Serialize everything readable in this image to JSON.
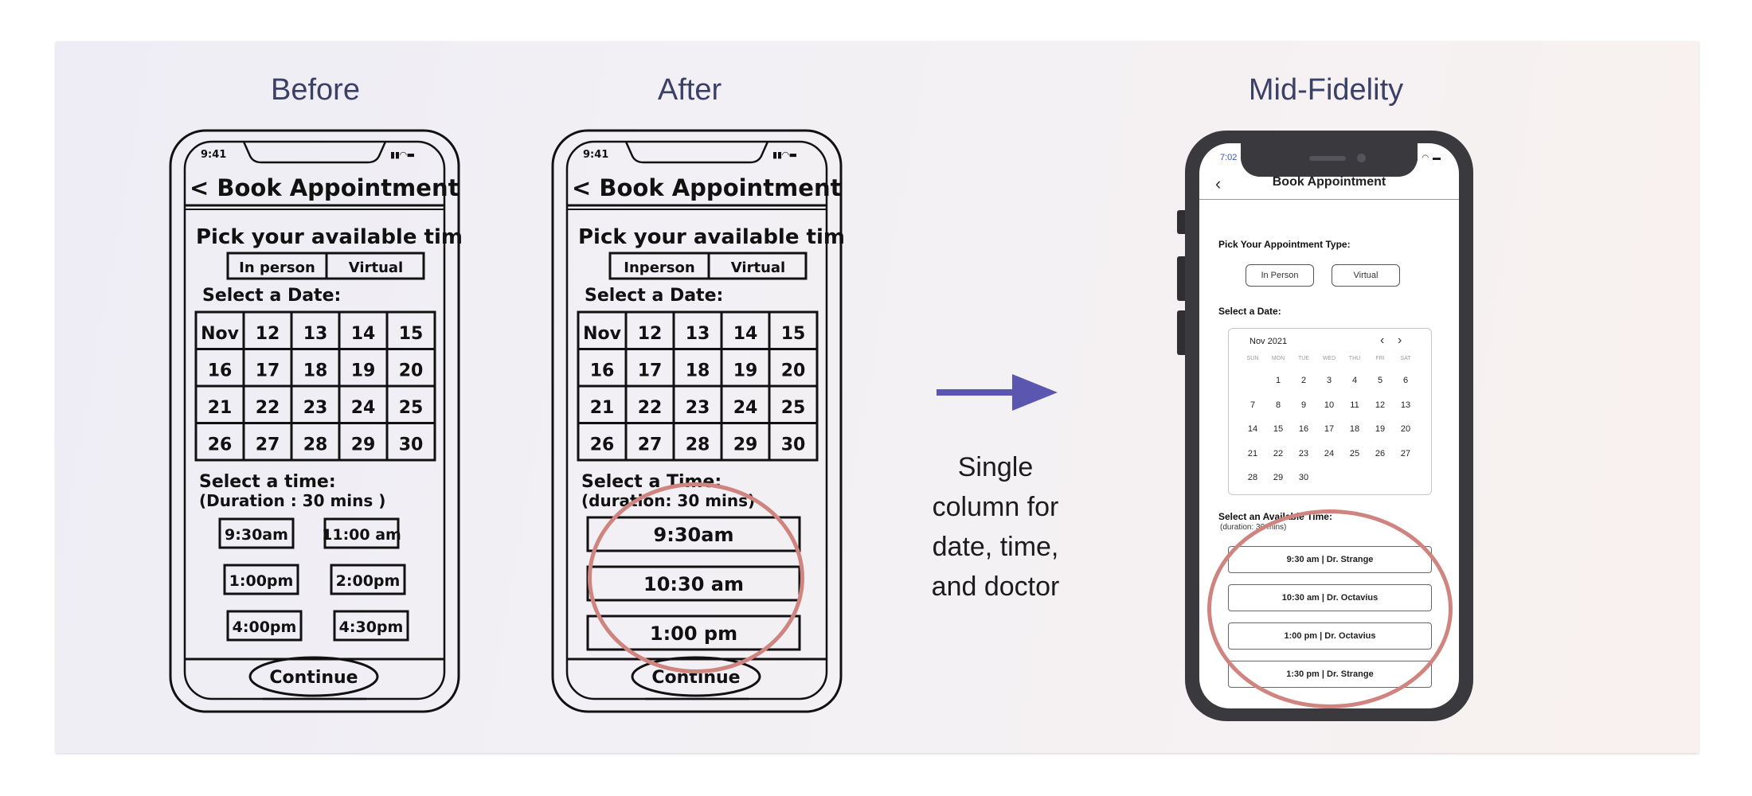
{
  "headings": {
    "before": "Before",
    "after": "After",
    "midfi": "Mid-Fidelity"
  },
  "caption": [
    "Single",
    "column for",
    "date, time,",
    "and doctor"
  ],
  "sketch_before": {
    "status_time": "9:41",
    "header": "< Book Appointment",
    "pick": "Pick your available time",
    "type_options": [
      "In person",
      "Virtual"
    ],
    "select_date": "Select a Date:",
    "calendar": [
      [
        "Nov",
        "12",
        "13",
        "14",
        "15"
      ],
      [
        "16",
        "17",
        "18",
        "19",
        "20"
      ],
      [
        "21",
        "22",
        "23",
        "24",
        "25"
      ],
      [
        "26",
        "27",
        "28",
        "29",
        "30"
      ]
    ],
    "select_time": "Select a time:",
    "duration": "(Duration : 30 mins )",
    "times": [
      "9:30am",
      "11:00 am",
      "1:00pm",
      "2:00pm",
      "4:00pm",
      "4:30pm"
    ],
    "continue": "Continue"
  },
  "sketch_after": {
    "status_time": "9:41",
    "header": "< Book Appointment",
    "pick": "Pick your available time",
    "type_options": [
      "Inperson",
      "Virtual"
    ],
    "select_date": "Select a Date:",
    "calendar": [
      [
        "Nov",
        "12",
        "13",
        "14",
        "15"
      ],
      [
        "16",
        "17",
        "18",
        "19",
        "20"
      ],
      [
        "21",
        "22",
        "23",
        "24",
        "25"
      ],
      [
        "26",
        "27",
        "28",
        "29",
        "30"
      ]
    ],
    "select_time": "Select a Time:",
    "duration": "(duration: 30 mins)",
    "times": [
      "9:30am",
      "10:30 am",
      "1:00 pm"
    ],
    "continue": "Continue"
  },
  "midfi": {
    "status_time": "7:02",
    "status_icons": "▮▮ ◠ ▬",
    "back": "‹",
    "title": "Book Appointment",
    "type_label": "Pick Your Appointment Type:",
    "type_options": [
      "In Person",
      "Virtual"
    ],
    "date_label": "Select a Date:",
    "month": "Nov 2021",
    "prev": "‹",
    "next": "›",
    "weekdays": [
      "SUN",
      "MON",
      "TUE",
      "WED",
      "THU",
      "FRI",
      "SAT"
    ],
    "days": [
      "",
      "1",
      "2",
      "3",
      "4",
      "5",
      "6",
      "7",
      "8",
      "9",
      "10",
      "11",
      "12",
      "13",
      "14",
      "15",
      "16",
      "17",
      "18",
      "19",
      "20",
      "21",
      "22",
      "23",
      "24",
      "25",
      "26",
      "27",
      "28",
      "29",
      "30"
    ],
    "time_label": "Select an Available Time:",
    "duration": "(duration: 30 mins)",
    "slots": [
      "9:30 am | Dr. Strange",
      "10:30 am | Dr. Octavius",
      "1:00 pm | Dr. Octavius",
      "1:30 pm | Dr. Strange"
    ]
  },
  "colors": {
    "heading": "#3b4166",
    "arrow": "#5b56b0",
    "highlight": "#cf8480"
  }
}
